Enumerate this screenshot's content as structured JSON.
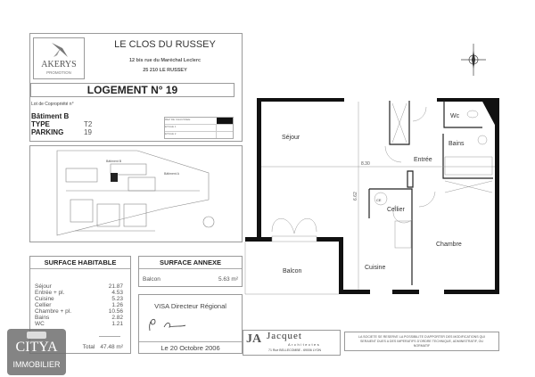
{
  "header": {
    "logo": {
      "name": "AKERYS",
      "sub": "PROMOTION"
    },
    "title": "LE CLOS DU RUSSEY",
    "address_line1": "12 bis rue du Maréchal Leclerc",
    "address_line2": "25 210 LE RUSSEY",
    "logement": "LOGEMENT N° 19",
    "lot_label": "Lot de Copropriété n°",
    "batiment": "Bâtiment B",
    "type_label": "TYPE",
    "type_value": "T2",
    "parking_label": "PARKING",
    "parking_value": "19",
    "levels": [
      {
        "label": "REZ DE CHAUSSEE",
        "selected": true
      },
      {
        "label": "ETAGE 1",
        "selected": false
      },
      {
        "label": "ETAGE 2",
        "selected": false
      }
    ]
  },
  "site_plan": {
    "labels": [
      "Bâtiment B",
      "Bâtiment A"
    ]
  },
  "surface_habitable": {
    "title": "SURFACE HABITABLE",
    "rows": [
      {
        "room": "Séjour",
        "value": "21.87"
      },
      {
        "room": "Entrée + pl.",
        "value": "4.53"
      },
      {
        "room": "Cuisine",
        "value": "5.23"
      },
      {
        "room": "Cellier",
        "value": "1.26"
      },
      {
        "room": "Chambre + pl.",
        "value": "10.56"
      },
      {
        "room": "Bains",
        "value": "2.82"
      },
      {
        "room": "WC",
        "value": "1.21"
      }
    ],
    "total_label": "Total",
    "total_value": "47.48 m²"
  },
  "surface_annexe": {
    "title": "SURFACE ANNEXE",
    "room": "Balcon",
    "value": "5.63 m²"
  },
  "visa": {
    "title": "VISA Directeur Régional",
    "date": "Le 20 Octobre 2006"
  },
  "plan": {
    "rooms": {
      "sejour": "Séjour",
      "entree": "Entrée",
      "wc": "Wc",
      "bains": "Bains",
      "cellier": "Cellier",
      "ce": "CE",
      "chambre": "Chambre",
      "cuisine": "Cuisine",
      "balcon": "Balcon"
    },
    "dim_h": "8.30",
    "dim_v": "6.62"
  },
  "architect": {
    "name": "Jacquet",
    "sub": "Architectes",
    "address": "71 Rue BELLECOMBE - 69006 LYON"
  },
  "disclaimer": "LA SOCIETE SE RESERVE LA POSSIBILITE D'APPORTER DES MODIFICATIONS QUI SERAIENT DUES A DES IMPERATIFS D'ORDRE TECHNIQUE, ADMINISTRATIF, OU NORMATIF",
  "watermark": {
    "name": "CITYA",
    "sub": "IMMOBILIER"
  }
}
